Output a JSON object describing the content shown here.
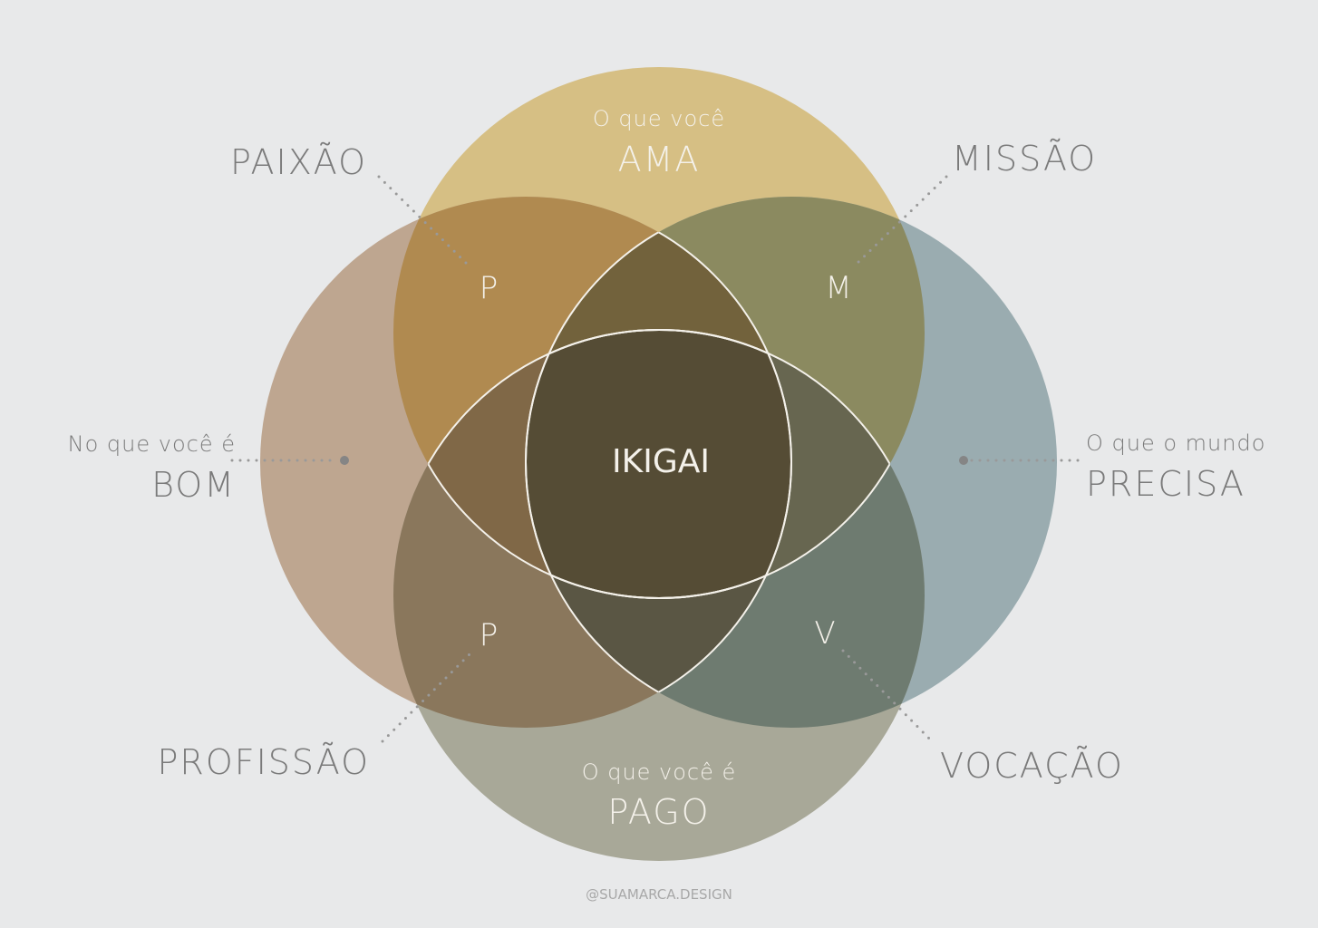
{
  "circles": {
    "ama": {
      "line1": "O que você",
      "line2": "AMA",
      "color": "#d6bf84"
    },
    "bom": {
      "line1": "No que você é",
      "line2": "BOM",
      "color": "#bea690"
    },
    "precisa": {
      "line1": "O que o mundo",
      "line2": "PRECISA",
      "color": "#9aacb0"
    },
    "pago": {
      "line1": "O que você é",
      "line2": "PAGO",
      "color": "#a8a898"
    }
  },
  "intersections": {
    "paixao": {
      "label": "PAIXÃO",
      "letter": "P"
    },
    "missao": {
      "label": "MISSÃO",
      "letter": "M"
    },
    "profissao": {
      "label": "PROFISSÃO",
      "letter": "P"
    },
    "vocacao": {
      "label": "VOCAÇÃO",
      "letter": "V"
    }
  },
  "center": "IKIGAI",
  "footer": "@SUAMARCA.DESIGN"
}
